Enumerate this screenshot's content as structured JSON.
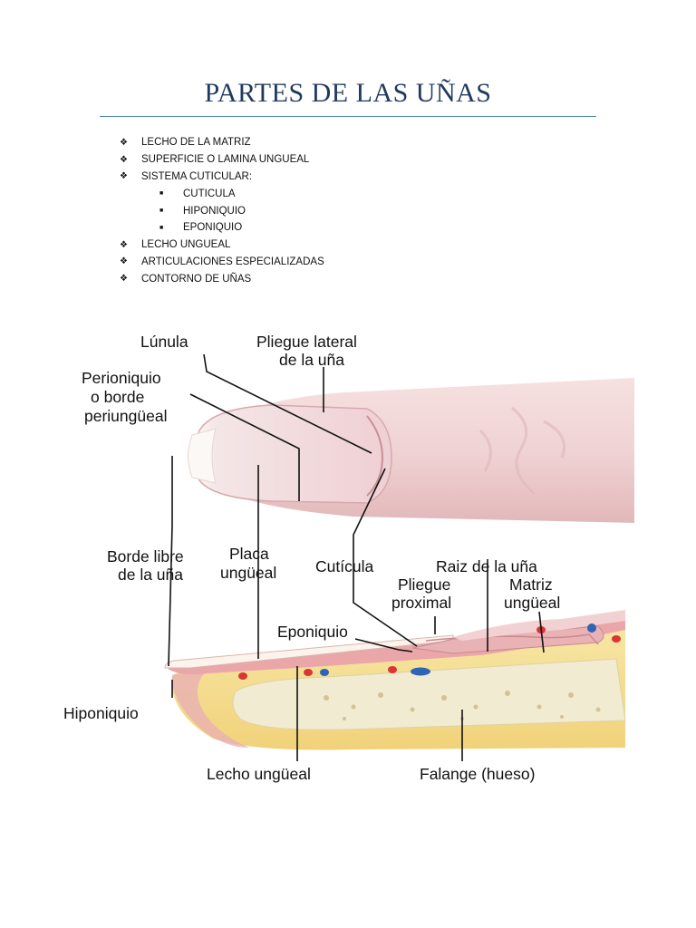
{
  "title": "PARTES DE LAS UÑAS",
  "list": [
    {
      "text": "LECHO DE LA MATRIZ",
      "level": 1
    },
    {
      "text": "SUPERFICIE O LAMINA UNGUEAL",
      "level": 1
    },
    {
      "text": "SISTEMA CUTICULAR:",
      "level": 1
    },
    {
      "text": "CUTICULA",
      "level": 2
    },
    {
      "text": "HIPONIQUIO",
      "level": 2
    },
    {
      "text": "EPONIQUIO",
      "level": 2
    },
    {
      "text": "LECHO UNGUEAL",
      "level": 1
    },
    {
      "text": "ARTICULACIONES ESPECIALIZADAS",
      "level": 1
    },
    {
      "text": "CONTORNO DE UÑAS",
      "level": 1
    }
  ],
  "figure": {
    "labels": {
      "lunula": "Lúnula",
      "pliegue_lateral_1": "Pliegue lateral",
      "pliegue_lateral_2": "de la uña",
      "perioniquio_1": "Perioniquio",
      "perioniquio_2": "o borde",
      "perioniquio_3": "periungüeal",
      "borde_libre_1": "Borde libre",
      "borde_libre_2": "de la uña",
      "placa_1": "Placa",
      "placa_2": "ungüeal",
      "cuticula": "Cutícula",
      "raiz": "Raiz de la uña",
      "pliegue_prox_1": "Pliegue",
      "pliegue_prox_2": "proximal",
      "matriz_1": "Matriz",
      "matriz_2": "ungüeal",
      "eponiquio": "Eponiquio",
      "hiponiquio": "Hiponiquio",
      "lecho": "Lecho ungüeal",
      "falange": "Falange (hueso)"
    }
  }
}
